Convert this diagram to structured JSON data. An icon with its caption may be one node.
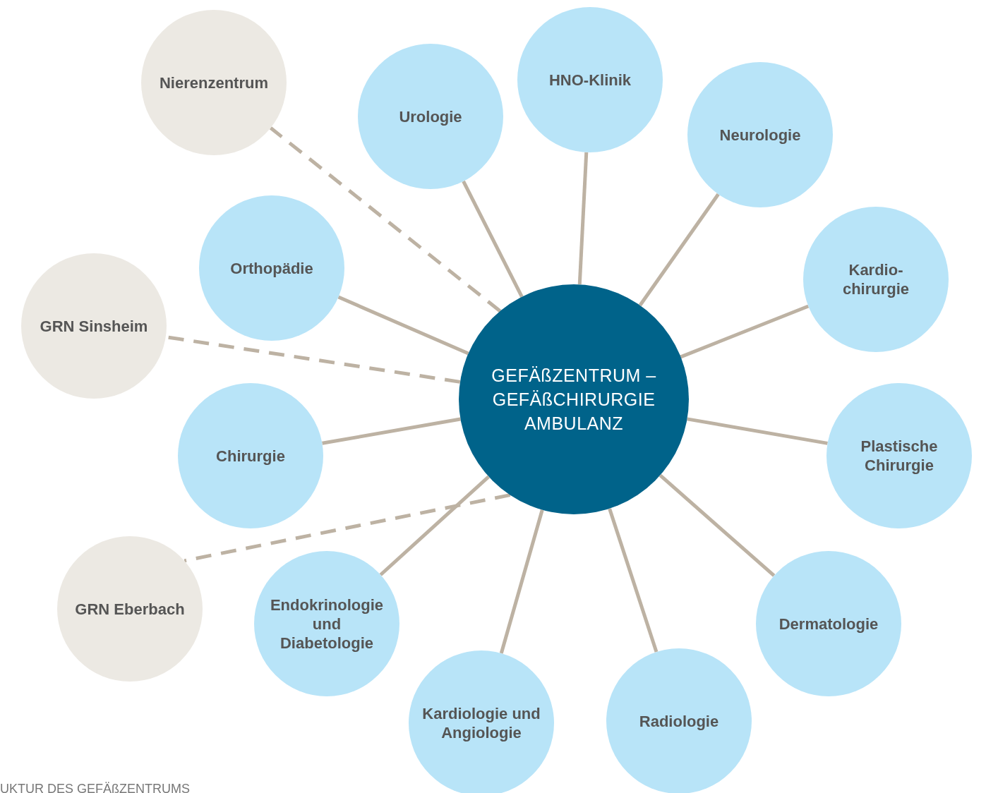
{
  "diagram": {
    "caption": "UKTUR DES GEFÄßZENTRUMS",
    "nodes": [
      {
        "text": [
          "GEFÄßZENTRUM – GEFÄßCHIRURGIE AMBULANZ"
        ]
      },
      {
        "text": [
          "Nierenzentrum"
        ]
      },
      {
        "text": [
          "Urologie"
        ]
      },
      {
        "text": [
          "HNO-Klinik"
        ]
      },
      {
        "text": [
          "Neurologie"
        ]
      },
      {
        "text": [
          "Orthopädie"
        ]
      },
      {
        "text": [
          "Kardio- chirurgie"
        ]
      },
      {
        "text": [
          "GRN Sinsheim"
        ]
      },
      {
        "text": [
          "Chirurgie"
        ]
      },
      {
        "text": [
          "Plastische Chirurgie"
        ]
      },
      {
        "text": [
          "GRN Eberbach"
        ]
      },
      {
        "text": [
          "Endokrinologie und Diabetologie"
        ]
      },
      {
        "text": [
          "Dermatologie"
        ]
      },
      {
        "text": [
          "Kardiologie und Angiologie"
        ]
      },
      {
        "text": [
          "Radiologie"
        ]
      }
    ],
    "edges": [
      {
        "from": 0,
        "to": 1,
        "arrow": "none",
        "style": "dashed"
      },
      {
        "from": 0,
        "to": 2,
        "arrow": "none"
      },
      {
        "from": 0,
        "to": 3,
        "arrow": "none"
      },
      {
        "from": 0,
        "to": 4,
        "arrow": "none"
      },
      {
        "from": 0,
        "to": 5,
        "arrow": "none"
      },
      {
        "from": 0,
        "to": 6,
        "arrow": "none"
      },
      {
        "from": 0,
        "to": 7,
        "arrow": "none",
        "style": "dashed"
      },
      {
        "from": 0,
        "to": 8,
        "arrow": "none"
      },
      {
        "from": 0,
        "to": 9,
        "arrow": "none"
      },
      {
        "from": 0,
        "to": 10,
        "arrow": "none",
        "style": "dashed"
      },
      {
        "from": 0,
        "to": 11,
        "arrow": "none"
      },
      {
        "from": 0,
        "to": 12,
        "arrow": "none"
      },
      {
        "from": 0,
        "to": 13,
        "arrow": "none"
      },
      {
        "from": 0,
        "to": 14,
        "arrow": "none"
      }
    ]
  }
}
